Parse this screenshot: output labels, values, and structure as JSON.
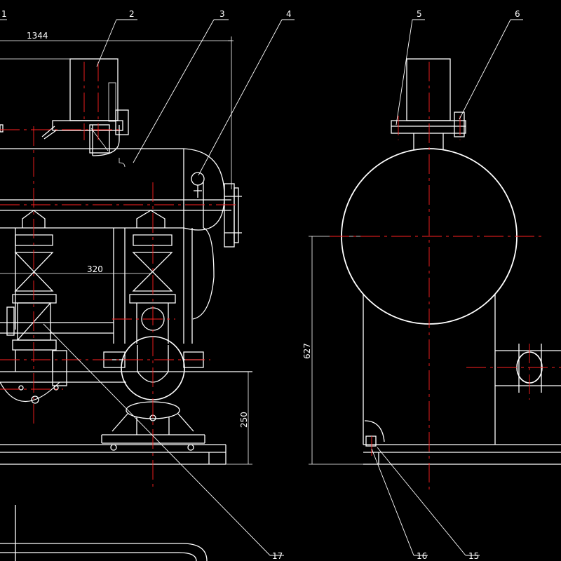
{
  "callouts": [
    "1",
    "2",
    "3",
    "4",
    "5",
    "6",
    "17",
    "16",
    "15"
  ],
  "dimensions": {
    "overall_length": "1344",
    "center_spacing": "320",
    "base_height": "250",
    "axis_height": "627"
  },
  "colors": {
    "background": "#000000",
    "line": "#ffffff",
    "centerline": "#ff2020"
  }
}
